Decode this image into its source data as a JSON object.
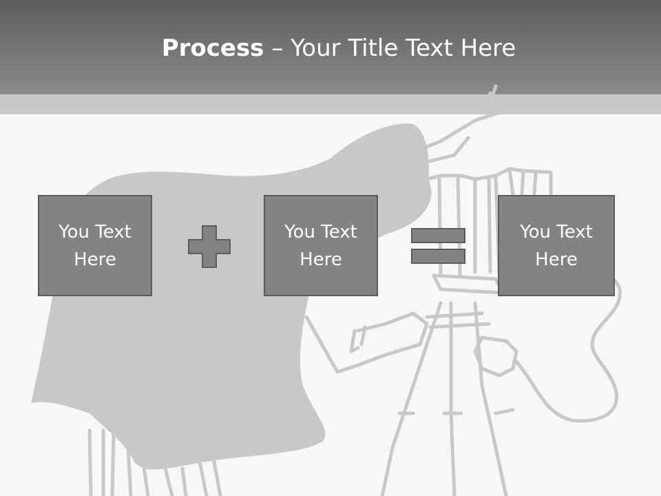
{
  "title": {
    "bold": "Process",
    "rest": " – Your Title Text Here"
  },
  "boxes": [
    {
      "label": "You Text Here"
    },
    {
      "label": "You Text Here"
    },
    {
      "label": "You Text Here"
    }
  ],
  "operators": [
    "plus-icon",
    "equals-icon"
  ],
  "colors": {
    "header_top": "#5d5d5d",
    "header_bottom": "#8a8a8a",
    "box_fill": "#838383",
    "box_border": "#5b5b5b",
    "art": "#c8c8c8"
  }
}
